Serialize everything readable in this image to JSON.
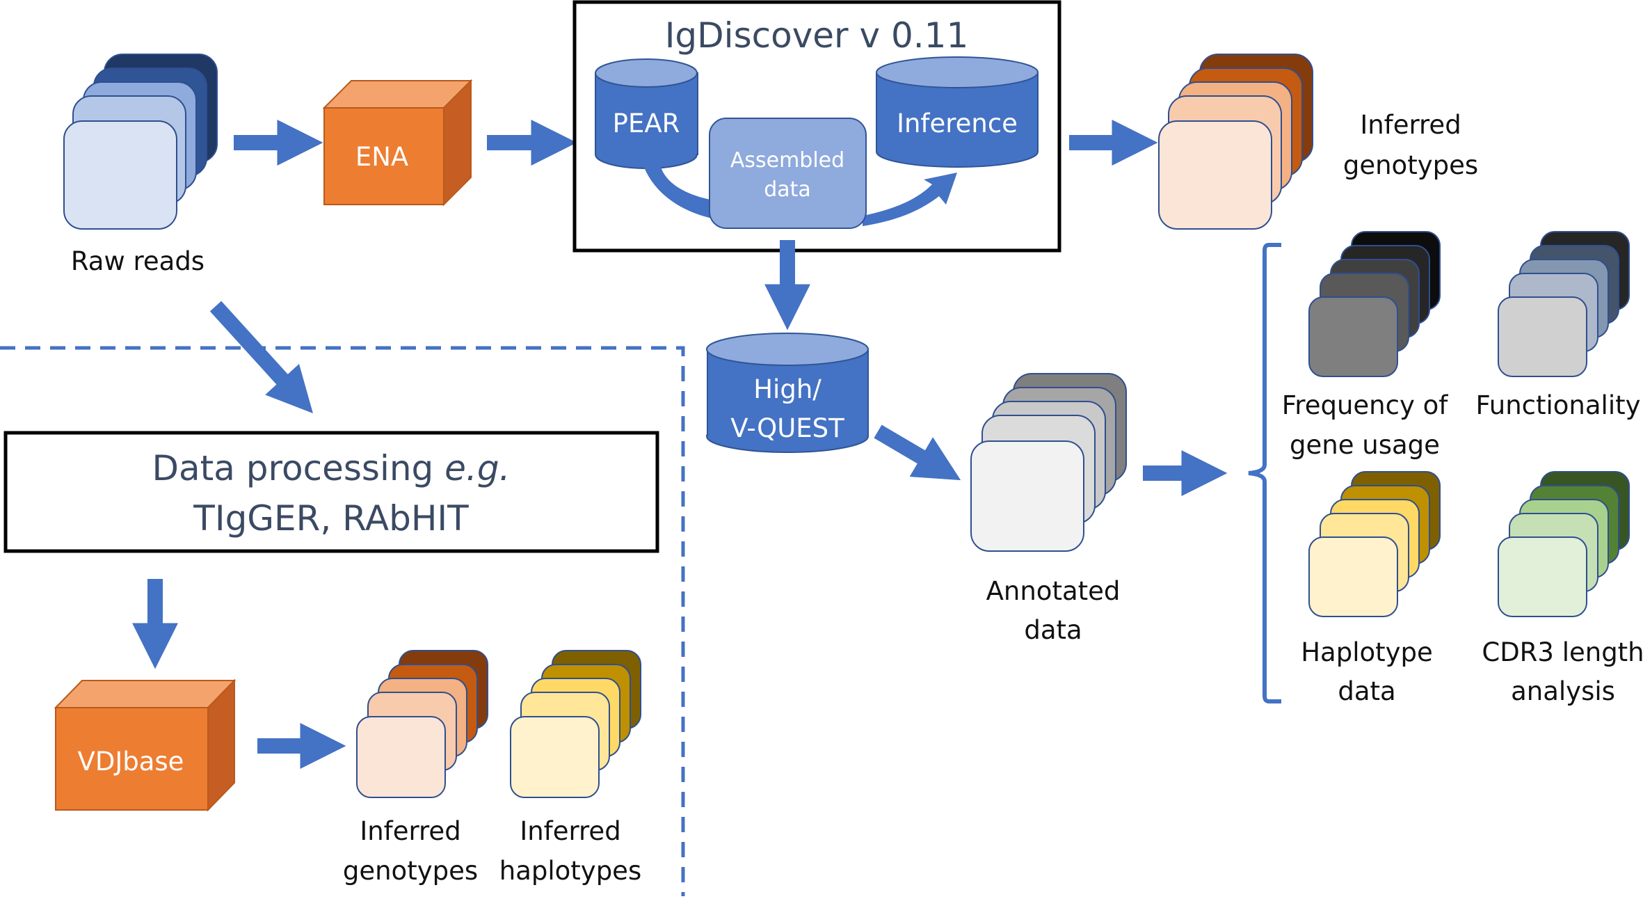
{
  "colors": {
    "arrow": "#4472c4",
    "blue_dark": "#4472c4",
    "blue_light": "#8faadc",
    "orange_front": "#ed7d31",
    "orange_top": "#f4a36d",
    "orange_side": "#c65e23",
    "text_dark": "#111111",
    "text_title": "#3b4a63",
    "white": "#ffffff",
    "raw_reads": [
      "#1f3864",
      "#2f5597",
      "#8faadc",
      "#b4c7e7",
      "#dae3f3"
    ],
    "genotypes": [
      "#843c0c",
      "#c55a11",
      "#f4b183",
      "#f8cbad",
      "#fbe5d6"
    ],
    "annotated": [
      "#7f7f7f",
      "#a6a6a6",
      "#c9c9c9",
      "#dbdbdb",
      "#f2f2f2"
    ],
    "frequency": [
      "#0d0d0d",
      "#262626",
      "#404040",
      "#595959",
      "#7f7f7f"
    ],
    "functionality": [
      "#262626",
      "#44546a",
      "#8497b0",
      "#adb9ca",
      "#d0d0d0"
    ],
    "haplotype": [
      "#7f6000",
      "#bf9000",
      "#ffd966",
      "#ffe699",
      "#fff2cc"
    ],
    "cdr3": [
      "#375623",
      "#548235",
      "#a9d18e",
      "#c5e0b4",
      "#e2f0d9"
    ],
    "haplotypes_small": [
      "#7f6000",
      "#bf9000",
      "#ffd966",
      "#ffe699",
      "#fff2cc"
    ]
  },
  "labels": {
    "raw_reads": "Raw reads",
    "ena": "ENA",
    "igdiscover_title": "IgDiscover v 0.11",
    "pear": "PEAR",
    "assembled_line1": "Assembled",
    "assembled_line2": "data",
    "inference": "Inference",
    "inferred_genotypes_line1": "Inferred",
    "inferred_genotypes_line2": "genotypes",
    "high_line1": "High/",
    "high_line2": "V-QUEST",
    "annotated_line1": "Annotated",
    "annotated_line2": "data",
    "frequency_line1": "Frequency of",
    "frequency_line2": "gene usage",
    "functionality": "Functionality",
    "haplotype_line1": "Haplotype",
    "haplotype_line2": "data",
    "cdr3_line1": "CDR3 length",
    "cdr3_line2": "analysis",
    "processing_line1_plain": "Data processing ",
    "processing_line1_italic": "e.g.",
    "processing_line2": "TIgGER, RAbHIT",
    "vdjbase": "VDJbase",
    "bottom_genotypes_line1": "Inferred",
    "bottom_genotypes_line2": "genotypes",
    "bottom_haplotypes_line1": "Inferred",
    "bottom_haplotypes_line2": "haplotypes"
  }
}
